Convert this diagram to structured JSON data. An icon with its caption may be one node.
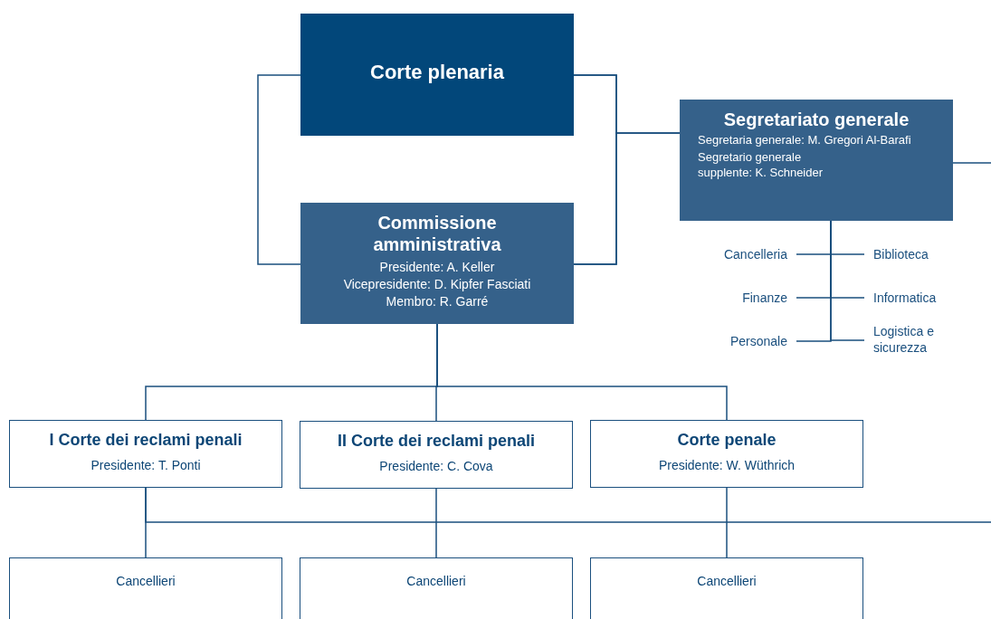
{
  "diagram": {
    "nodes": [
      {
        "text": [
          "Corte plenaria"
        ]
      },
      {
        "text": [
          "Commissione amministrativa",
          "Presidente: A. Keller",
          "Vicepresidente: D. Kipfer Fasciati",
          "Membro: R. Garré"
        ]
      },
      {
        "text": [
          "Segretariato generale",
          "Segretaria generale: M. Gregori Al-Barafi",
          "Segretario generale supplente: K. Schneider"
        ]
      },
      {
        "text": [
          "Cancelleria"
        ]
      },
      {
        "text": [
          "Biblioteca"
        ]
      },
      {
        "text": [
          "Finanze"
        ]
      },
      {
        "text": [
          "Informatica"
        ]
      },
      {
        "text": [
          "Personale"
        ]
      },
      {
        "text": [
          "Logistica e sicurezza"
        ]
      },
      {
        "text": [
          "I Corte dei reclami penali",
          "Presidente: T. Ponti"
        ]
      },
      {
        "text": [
          "II Corte dei reclami penali",
          "Presidente: C. Cova"
        ]
      },
      {
        "text": [
          "Corte penale",
          "Presidente: W. Wüthrich"
        ]
      },
      {
        "text": [
          "Cancellieri"
        ]
      },
      {
        "text": [
          "Cancellieri"
        ]
      },
      {
        "text": [
          "Cancellieri"
        ]
      }
    ],
    "edges": [
      {
        "from": 0,
        "to": 1,
        "arrow": "none"
      },
      {
        "from": 0,
        "to": 1,
        "arrow": "none"
      },
      {
        "from": 0,
        "to": 2,
        "arrow": "none"
      },
      {
        "from": 1,
        "to": 2,
        "arrow": "none"
      },
      {
        "from": 2,
        "to": null,
        "arrow": "none"
      },
      {
        "from": 2,
        "to": 3,
        "arrow": "none"
      },
      {
        "from": 2,
        "to": 4,
        "arrow": "none"
      },
      {
        "from": 2,
        "to": 5,
        "arrow": "none"
      },
      {
        "from": 2,
        "to": 6,
        "arrow": "none"
      },
      {
        "from": 2,
        "to": 7,
        "arrow": "none"
      },
      {
        "from": 2,
        "to": 8,
        "arrow": "none"
      },
      {
        "from": 1,
        "to": 9,
        "arrow": "none"
      },
      {
        "from": 1,
        "to": 10,
        "arrow": "none"
      },
      {
        "from": 1,
        "to": 11,
        "arrow": "none"
      },
      {
        "from": 9,
        "to": 12,
        "arrow": "none"
      },
      {
        "from": 10,
        "to": 13,
        "arrow": "none"
      },
      {
        "from": 11,
        "to": 14,
        "arrow": "none"
      },
      {
        "from": 9,
        "to": null,
        "arrow": "none"
      }
    ]
  }
}
